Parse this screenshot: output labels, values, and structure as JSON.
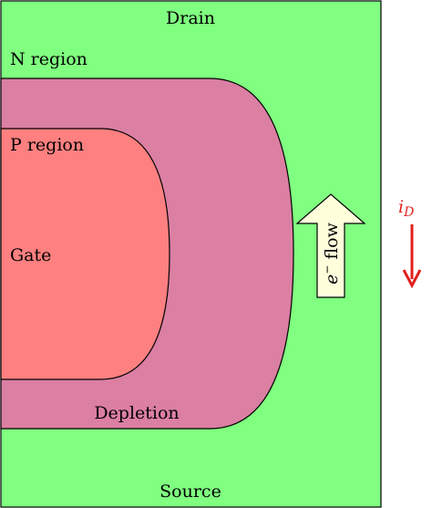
{
  "colors": {
    "n_region": "#80ff80",
    "depletion": "#db7fa3",
    "p_region": "#ff8080",
    "arrow_fill": "#ffffdc",
    "current_arrow": "#e0201b",
    "outline": "#000000"
  },
  "labels": {
    "drain": "Drain",
    "n_region": "N region",
    "p_region": "P region",
    "gate": "Gate",
    "depletion": "Depletion",
    "source": "Source"
  },
  "electron_flow": {
    "base": "e",
    "superscript": "−",
    "word": "flow",
    "direction": "up"
  },
  "drain_current": {
    "symbol": "i",
    "subscript": "D",
    "direction": "down"
  }
}
